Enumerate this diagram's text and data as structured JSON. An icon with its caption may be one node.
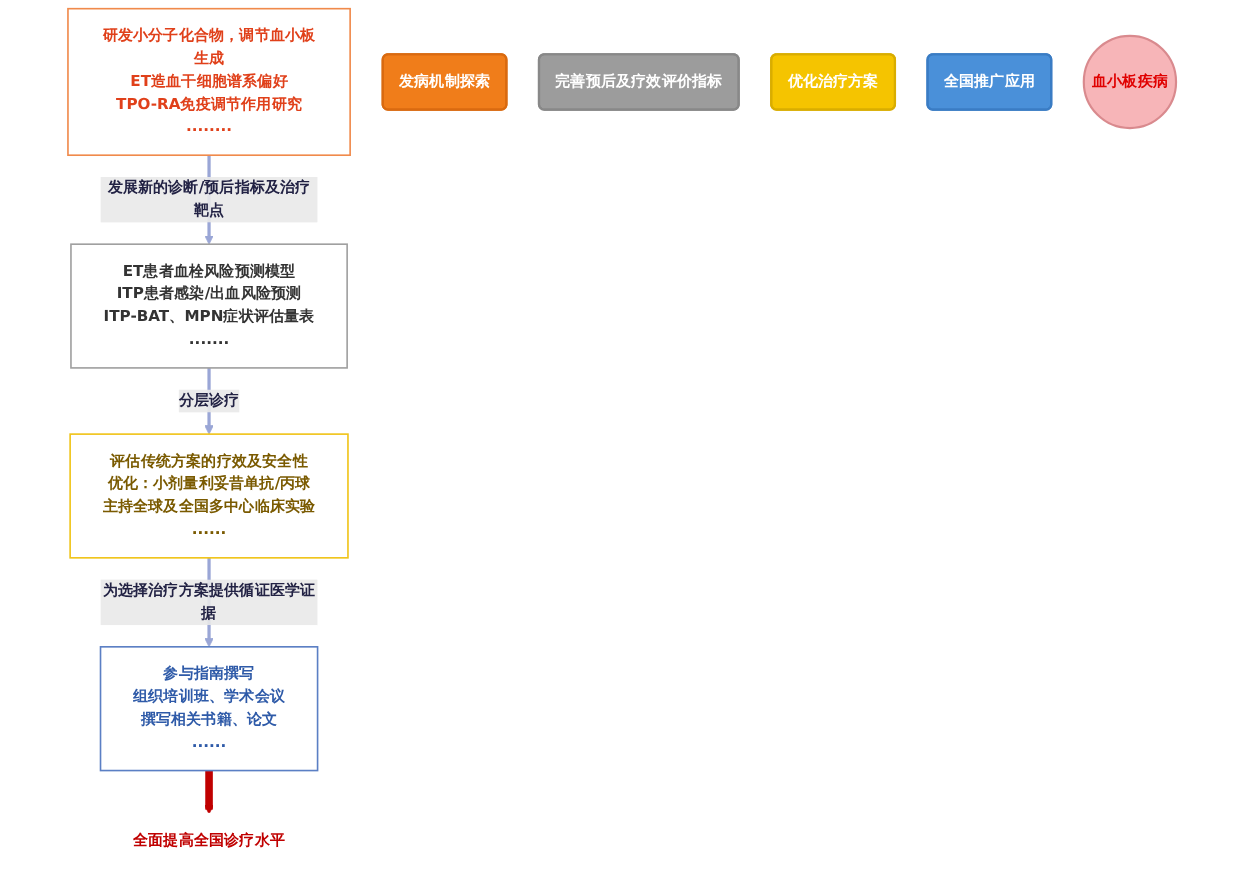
{
  "diagram": {
    "nodes": [
      {
        "text": [
          "研发小分子化合物，调节血小板生成",
          "ET造血干细胞谱系偏好",
          "TPO-RA免疫调节作用研究",
          "........"
        ]
      },
      {
        "text": [
          "ET患者血栓风险预测模型",
          "ITP患者感染/出血风险预测",
          "ITP-BAT、MPN症状评估量表",
          "......."
        ]
      },
      {
        "text": [
          "评估传统方案的疗效及安全性",
          "优化：小剂量利妥昔单抗/丙球",
          "主持全球及全国多中心临床实验",
          "......"
        ]
      },
      {
        "text": [
          "参与指南撰写",
          "组织培训班、学术会议",
          "撰写相关书籍、论文",
          "......"
        ]
      },
      {
        "text": [
          "发病机制探索"
        ]
      },
      {
        "text": [
          "完善预后及疗效评价指标"
        ]
      },
      {
        "text": [
          "优化治疗方案"
        ]
      },
      {
        "text": [
          "全国推广应用"
        ]
      },
      {
        "text": [
          "血小板疾病"
        ]
      },
      {
        "text": [
          "全面提高全国诊疗水平"
        ]
      }
    ],
    "edges": [
      {
        "from": 0,
        "to": 1,
        "arrow": "to",
        "label": "发展新的诊断/预后指标及治疗靶点"
      },
      {
        "from": 1,
        "to": 2,
        "arrow": "to",
        "label": "分层诊疗"
      },
      {
        "from": 2,
        "to": 3,
        "arrow": "to",
        "label": "为选择治疗方案提供循证医学证据"
      },
      {
        "from": 3,
        "to": 9,
        "arrow": "to",
        "style": "thick",
        "color": "#c00000"
      }
    ]
  }
}
